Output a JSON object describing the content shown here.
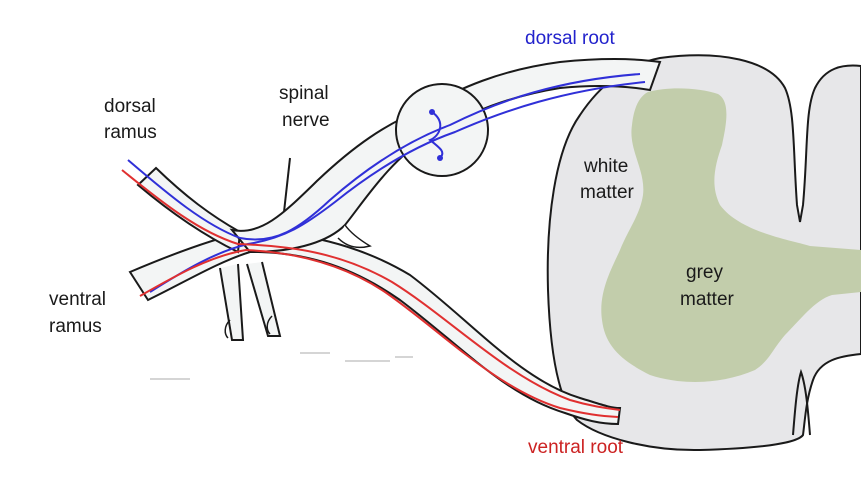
{
  "labels": {
    "dorsal_root": "dorsal root",
    "ventral_root": "ventral root",
    "dorsal_ramus": [
      "dorsal",
      "ramus"
    ],
    "spinal_nerve": [
      "spinal",
      "nerve"
    ],
    "ventral_ramus": [
      "ventral",
      "ramus"
    ],
    "white_matter": [
      "white",
      "matter"
    ],
    "grey_matter": [
      "grey",
      "matter"
    ]
  },
  "colors": {
    "sensory_fibre": "#3030d8",
    "motor_fibre": "#e03030",
    "nerve_fill": "#f3f5f5",
    "outline": "#1a1a1a",
    "white_matter": "#e7e7e9",
    "grey_matter": "#c2cdab"
  }
}
